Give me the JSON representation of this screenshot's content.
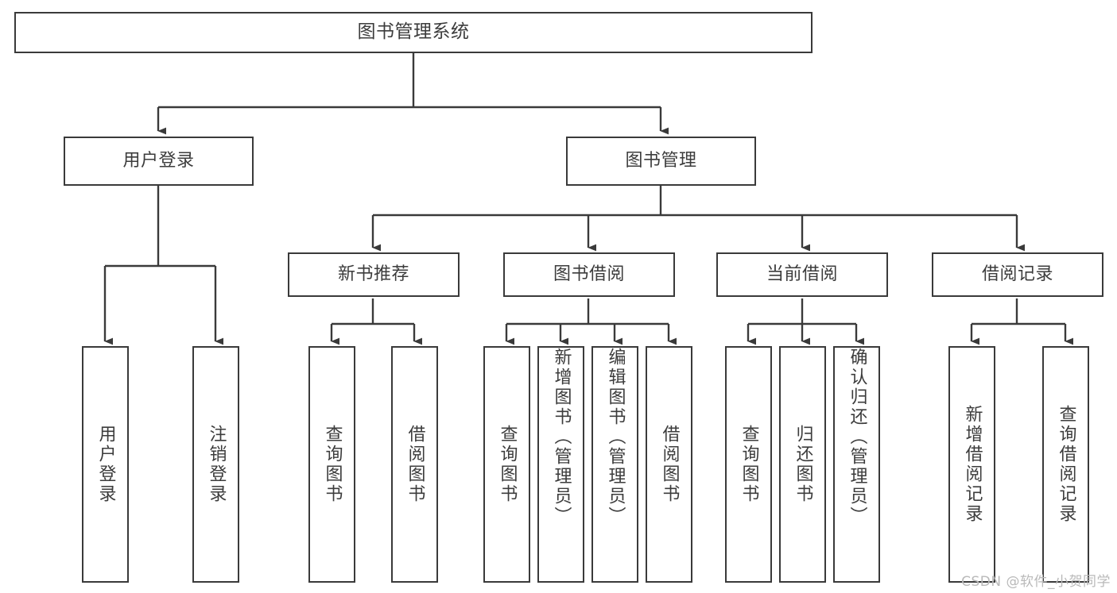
{
  "diagram": {
    "type": "tree",
    "title": "图书管理系统",
    "root": {
      "id": "root",
      "label": "图书管理系统"
    },
    "level1": [
      {
        "id": "user-login",
        "label": "用户登录"
      },
      {
        "id": "book-manage",
        "label": "图书管理"
      }
    ],
    "level2": [
      {
        "id": "new-book-recommend",
        "label": "新书推荐",
        "parent": "book-manage"
      },
      {
        "id": "book-borrow",
        "label": "图书借阅",
        "parent": "book-manage"
      },
      {
        "id": "current-borrow",
        "label": "当前借阅",
        "parent": "book-manage"
      },
      {
        "id": "borrow-record",
        "label": "借阅记录",
        "parent": "book-manage"
      }
    ],
    "leaves": {
      "user-login": [
        {
          "id": "leaf-user-login",
          "label": "用户登录"
        },
        {
          "id": "leaf-user-logout",
          "label": "注销登录"
        }
      ],
      "new-book-recommend": [
        {
          "id": "leaf-query-book-1",
          "label": "查询图书"
        },
        {
          "id": "leaf-borrow-book-1",
          "label": "借阅图书"
        }
      ],
      "book-borrow": [
        {
          "id": "leaf-query-book-2",
          "label": "查询图书"
        },
        {
          "id": "leaf-add-book",
          "label": "新增图书（管理员）"
        },
        {
          "id": "leaf-edit-book",
          "label": "编辑图书（管理员）"
        },
        {
          "id": "leaf-borrow-book-2",
          "label": "借阅图书"
        }
      ],
      "current-borrow": [
        {
          "id": "leaf-query-book-3",
          "label": "查询图书"
        },
        {
          "id": "leaf-return-book",
          "label": "归还图书"
        },
        {
          "id": "leaf-confirm-return",
          "label": "确认归还（管理员）"
        }
      ],
      "borrow-record": [
        {
          "id": "leaf-add-record",
          "label": "新增借阅记录"
        },
        {
          "id": "leaf-query-record",
          "label": "查询借阅记录"
        }
      ]
    }
  },
  "watermark": {
    "text": "CSDN @软件_小贺同学"
  },
  "colors": {
    "border": "#3a3a3a",
    "text": "#3c3c3c",
    "background": "#ffffff",
    "watermark": "#b9b9b9"
  }
}
